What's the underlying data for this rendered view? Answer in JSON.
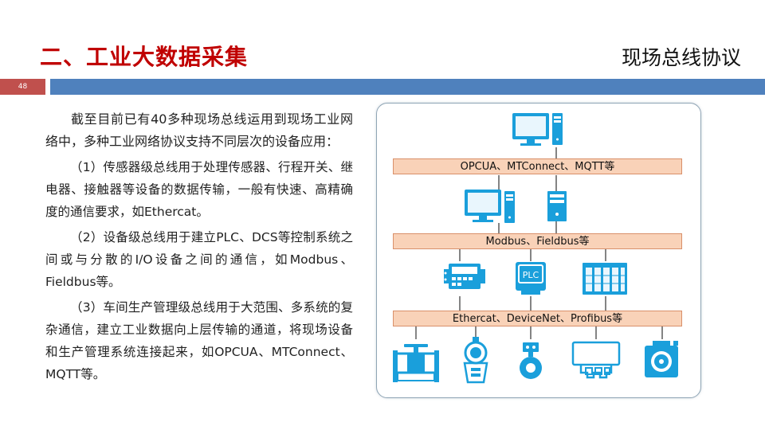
{
  "header": {
    "title": "二、工业大数据采集",
    "subtitle": "现场总线协议",
    "page_number": "48"
  },
  "body_text": {
    "intro": "截至目前已有40多种现场总线运用到现场工业网络中，多种工业网络协议支持不同层次的设备应用：",
    "point1": "（1）传感器级总线用于处理传感器、行程开关、继电器、接触器等设备的数据传输，一般有快速、高精确度的通信要求，如Ethercat。",
    "point2": "（2）设备级总线用于建立PLC、DCS等控制系统之间或与分散的I/O设备之间的通信，如Modbus、Fieldbus等。",
    "point3": "（3）车间生产管理级总线用于大范围、多系统的复杂通信，建立工业数据向上层传输的通道，将现场设备和生产管理系统连接起来，如OPCUA、MTConnect、MQTT等。"
  },
  "diagram": {
    "bus_top": "OPCUA、MTConnect、MQTT等",
    "bus_mid": "Modbus、Fieldbus等",
    "bus_bottom": "Ethercat、DeviceNet、Profibus等",
    "plc_label": "PLC",
    "colors": {
      "icon_blue": "#1a9fdb",
      "bus_fill": "#f9d2b8",
      "bus_border": "#d9906a",
      "frame": "#8fa5b5"
    },
    "icons": [
      "desktop-computer-icon",
      "server-tower-icon",
      "control-panel-icon",
      "plc-icon",
      "plc-rack-icon",
      "valve-icon",
      "gauge-sensor-icon",
      "flow-meter-icon",
      "relay-terminal-icon",
      "servo-motor-icon"
    ]
  }
}
